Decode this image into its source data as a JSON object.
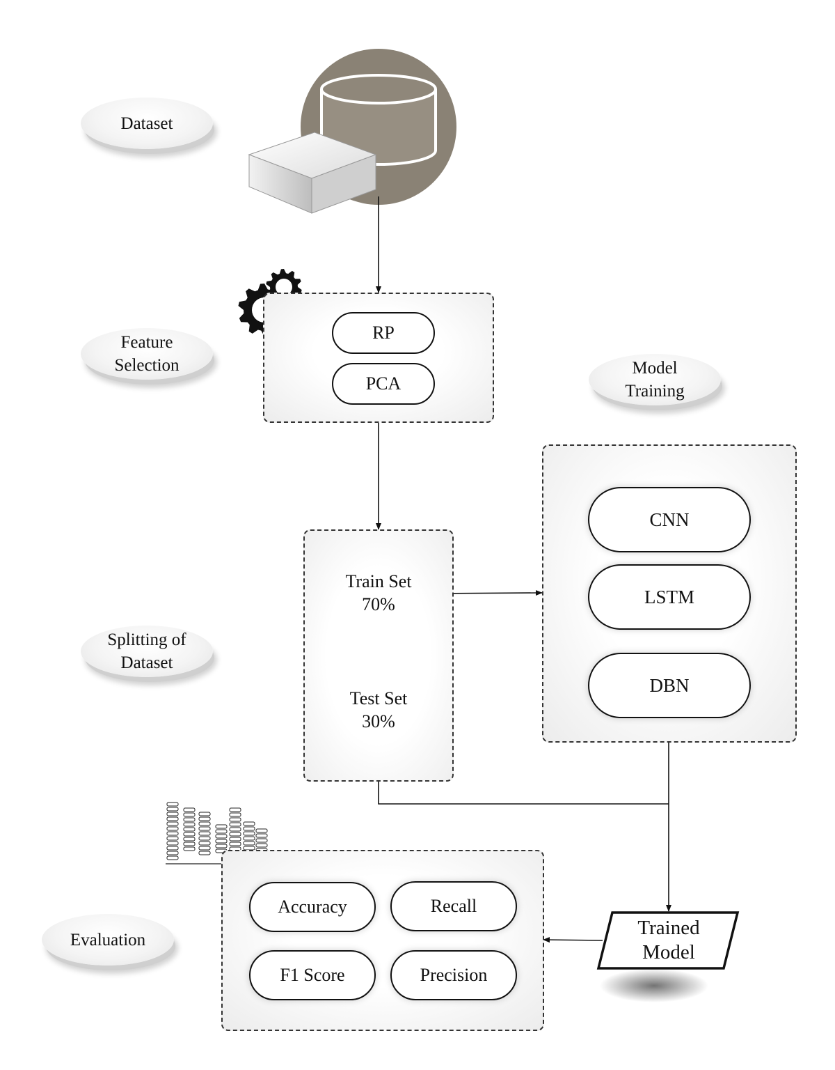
{
  "stages": {
    "dataset": "Dataset",
    "feature_selection": [
      "Feature",
      "Selection"
    ],
    "model_training": [
      "Model",
      "Training"
    ],
    "splitting": [
      "Splitting of",
      "Dataset"
    ],
    "evaluation": "Evaluation"
  },
  "feature_selection_methods": [
    "RP",
    "PCA"
  ],
  "splits": [
    {
      "name": "Train Set",
      "pct": "70%"
    },
    {
      "name": "Test Set",
      "pct": "30%"
    }
  ],
  "models": [
    "CNN",
    "LSTM",
    "DBN"
  ],
  "trained_model": [
    "Trained",
    "Model"
  ],
  "metrics": [
    "Accuracy",
    "Recall",
    "F1 Score",
    "Precision"
  ],
  "colors": {
    "db_circle": "#8a8275",
    "db_cylinder": "#978f82",
    "stroke": "#111111"
  },
  "icons": {
    "database": "database-icon",
    "gears": "gears-icon",
    "metrics": "metrics-chart-icon"
  }
}
